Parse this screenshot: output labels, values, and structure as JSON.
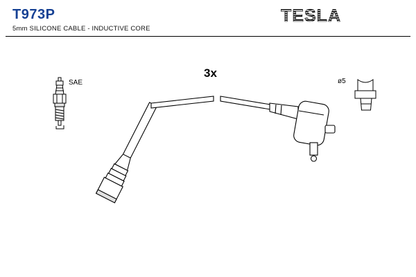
{
  "header": {
    "part_number": "T973P",
    "subtitle": "5mm SILICONE CABLE - INDUCTIVE CORE",
    "brand": "TESLA"
  },
  "diagram": {
    "plug_standard_label": "SAE",
    "quantity_label": "3x",
    "diameter_label": "ø5"
  },
  "colors": {
    "part_number_blue": "#164194",
    "line_black": "#000000"
  }
}
